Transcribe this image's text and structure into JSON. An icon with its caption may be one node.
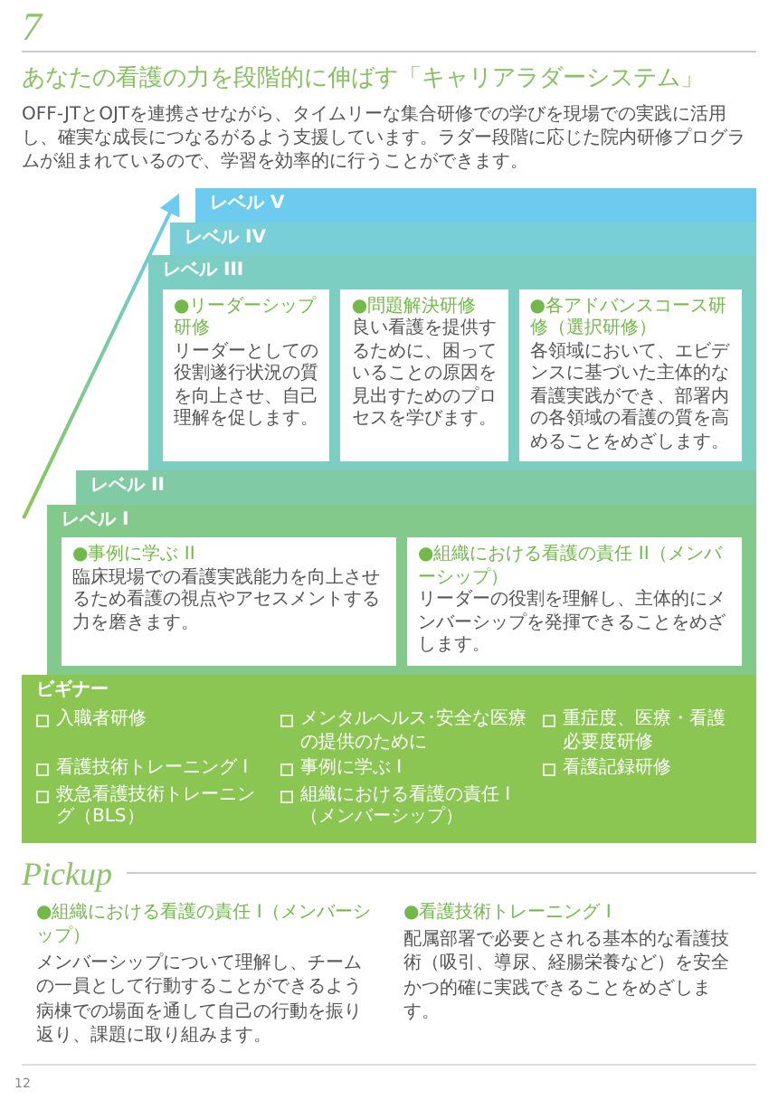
{
  "diagram": {
    "title": "あなたの看護の力を段階的に伸ばす「キャリアラダーシステム」",
    "nodes": [
      {
        "text": [
          "レベル V"
        ]
      },
      {
        "text": [
          "レベル IV"
        ]
      },
      {
        "text": [
          "レベル III"
        ]
      },
      {
        "text": [
          "●リーダーシップ研修",
          "リーダーとしての役割遂行状況の質を向上させ、自己理解を促します。"
        ],
        "in": 2
      },
      {
        "text": [
          "●問題解決研修",
          "良い看護を提供するために、困っていることの原因を見出すためのプロセスを学びます。"
        ],
        "in": 2
      },
      {
        "text": [
          "●各アドバンスコース研修（選択研修）",
          "各領域において、エビデンスに基づいた主体的な看護実践ができ、部署内の各領域の看護の質を高めることをめざします。"
        ],
        "in": 2
      },
      {
        "text": [
          "レベル II"
        ]
      },
      {
        "text": [
          "レベル I"
        ]
      },
      {
        "text": [
          "●事例に学ぶ II",
          "臨床現場での看護実践能力を向上させるため看護の視点やアセスメントする力を磨きます。"
        ],
        "in": 7
      },
      {
        "text": [
          "●組織における看護の責任 II（メンバーシップ）",
          "リーダーの役割を理解し、主体的にメンバーシップを発揮できることをめざします。"
        ],
        "in": 7
      },
      {
        "text": [
          "ビギナー",
          "入職者研修",
          "メンタルヘルス･安全な医療の提供のために",
          "重症度、医療・看護必要度研修",
          "看護技術トレーニング I",
          "事例に学ぶ I",
          "看護記録研修",
          "救急看護技術トレーニング（BLS）",
          "組織における看護の責任 I（メンバーシップ）"
        ]
      }
    ],
    "labels": [
      "7",
      "OFF-JTとOJTを連携させながら、タイムリーな集合研修での学びを現場での実践に活用し、確実な成長につなるがるよう支援しています。ラダー段階に応じた院内研修プログラムが組まれているので、学習を効率的に行うことができます。",
      "Pickup",
      "●組織における看護の責任 I（メンバーシップ）",
      "メンバーシップについて理解し、チームの一員として行動することができるよう病棟での場面を通して自己の行動を振り返り、課題に取り組みます。",
      "●看護技術トレーニング I",
      "配属部署で必要とされる基本的な看護技術（吸引、導尿、経腸栄養など）を安全かつ的確に実践できることをめざします。",
      "12"
    ]
  }
}
